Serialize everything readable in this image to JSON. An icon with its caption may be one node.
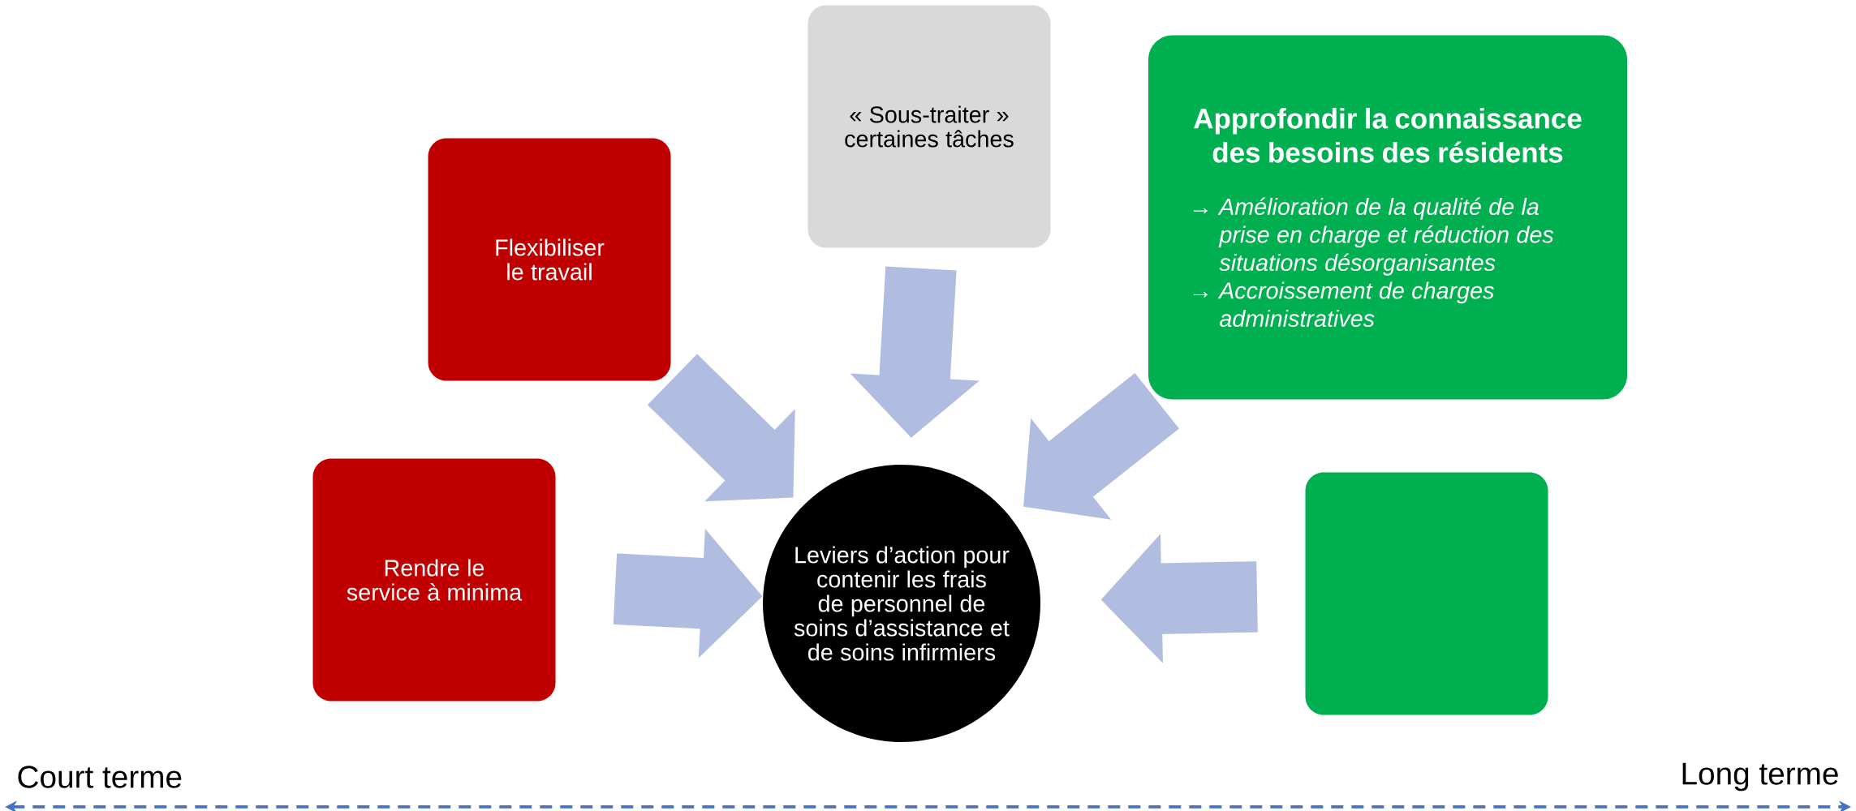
{
  "diagram": {
    "nodes": [
      {
        "text": [
          "« Sous-traiter » certaines tâches"
        ]
      },
      {
        "text": [
          "Approfondir la connaissance des besoins des résidents",
          "→ Amélioration de la qualité de la prise en charge et réduction des situations désorganisantes",
          "→ Accroissement de charges administratives"
        ]
      },
      {
        "text": [
          "Flexibiliser le travail"
        ]
      },
      {
        "text": [
          "Leviers d’action pour contenir les frais de personnel de soins d’assistance et de soins infirmiers"
        ]
      },
      {
        "text": [
          "Rendre le service à minima"
        ]
      },
      {
        "text": [],
        "shape": "box"
      }
    ],
    "edges": [
      {
        "from": 0,
        "to": 3,
        "arrow": "to"
      },
      {
        "from": 1,
        "to": 3,
        "arrow": "to"
      },
      {
        "from": 2,
        "to": 3,
        "arrow": "to"
      },
      {
        "from": 4,
        "to": 3,
        "arrow": "to"
      },
      {
        "from": 5,
        "to": 3,
        "arrow": "to"
      }
    ],
    "labels": [
      "Court terme",
      "Long terme"
    ]
  }
}
